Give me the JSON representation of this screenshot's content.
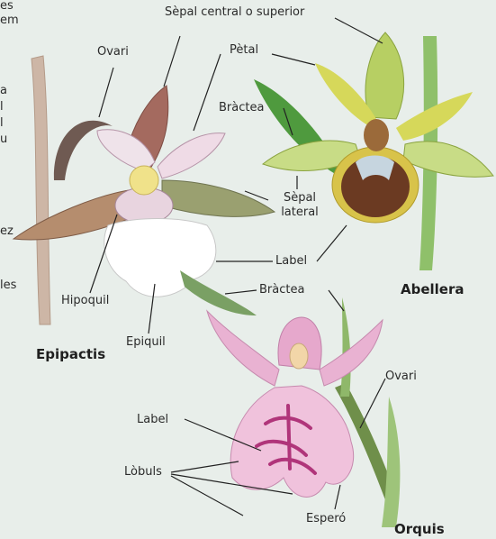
{
  "fragments": {
    "top_left_1": "es",
    "top_left_2": "em",
    "left_a": "a",
    "left_b": "l",
    "left_c": "l",
    "left_d": "u",
    "left_e": "ez",
    "left_f": "les"
  },
  "species": {
    "epipactis": "Epipactis",
    "abellera": "Abellera",
    "orquis": "Orquis"
  },
  "labels": {
    "ovari_1": "Ovari",
    "sepal_central": "Sèpal central o superior",
    "petal": "Pètal",
    "bractea_1": "Bràctea",
    "sepal_lateral_1": "Sèpal",
    "sepal_lateral_2": "lateral",
    "label_1": "Label",
    "bractea_2": "Bràctea",
    "hipoquil": "Hipoquil",
    "epiquil": "Epiquil",
    "ovari_2": "Ovari",
    "label_2": "Label",
    "lobuls": "Lòbuls",
    "espero": "Esperó"
  }
}
